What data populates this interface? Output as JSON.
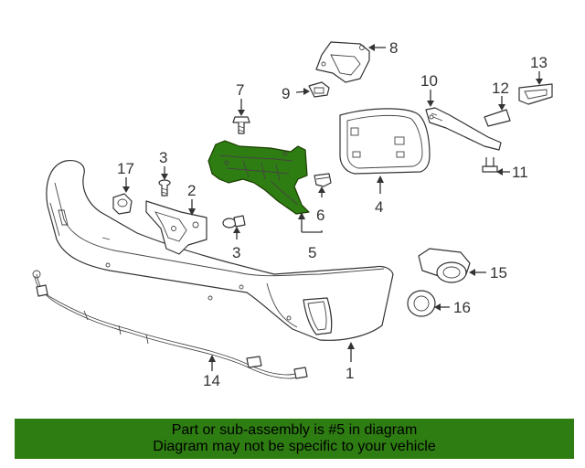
{
  "highlight_color": "#2e7d12",
  "banner": {
    "line1": "Part or sub-assembly is #5 in diagram",
    "line2": "Diagram may not be specific to your vehicle",
    "background": "#2e7d12"
  },
  "callouts": [
    {
      "id": "c1",
      "label": "1"
    },
    {
      "id": "c2",
      "label": "2"
    },
    {
      "id": "c3a",
      "label": "3"
    },
    {
      "id": "c3b",
      "label": "3"
    },
    {
      "id": "c4",
      "label": "4"
    },
    {
      "id": "c5",
      "label": "5"
    },
    {
      "id": "c6",
      "label": "6"
    },
    {
      "id": "c7",
      "label": "7"
    },
    {
      "id": "c8",
      "label": "8"
    },
    {
      "id": "c9",
      "label": "9"
    },
    {
      "id": "c10",
      "label": "10"
    },
    {
      "id": "c11",
      "label": "11"
    },
    {
      "id": "c12",
      "label": "12"
    },
    {
      "id": "c13",
      "label": "13"
    },
    {
      "id": "c14",
      "label": "14"
    },
    {
      "id": "c15",
      "label": "15"
    },
    {
      "id": "c16",
      "label": "16"
    },
    {
      "id": "c17",
      "label": "17"
    }
  ]
}
